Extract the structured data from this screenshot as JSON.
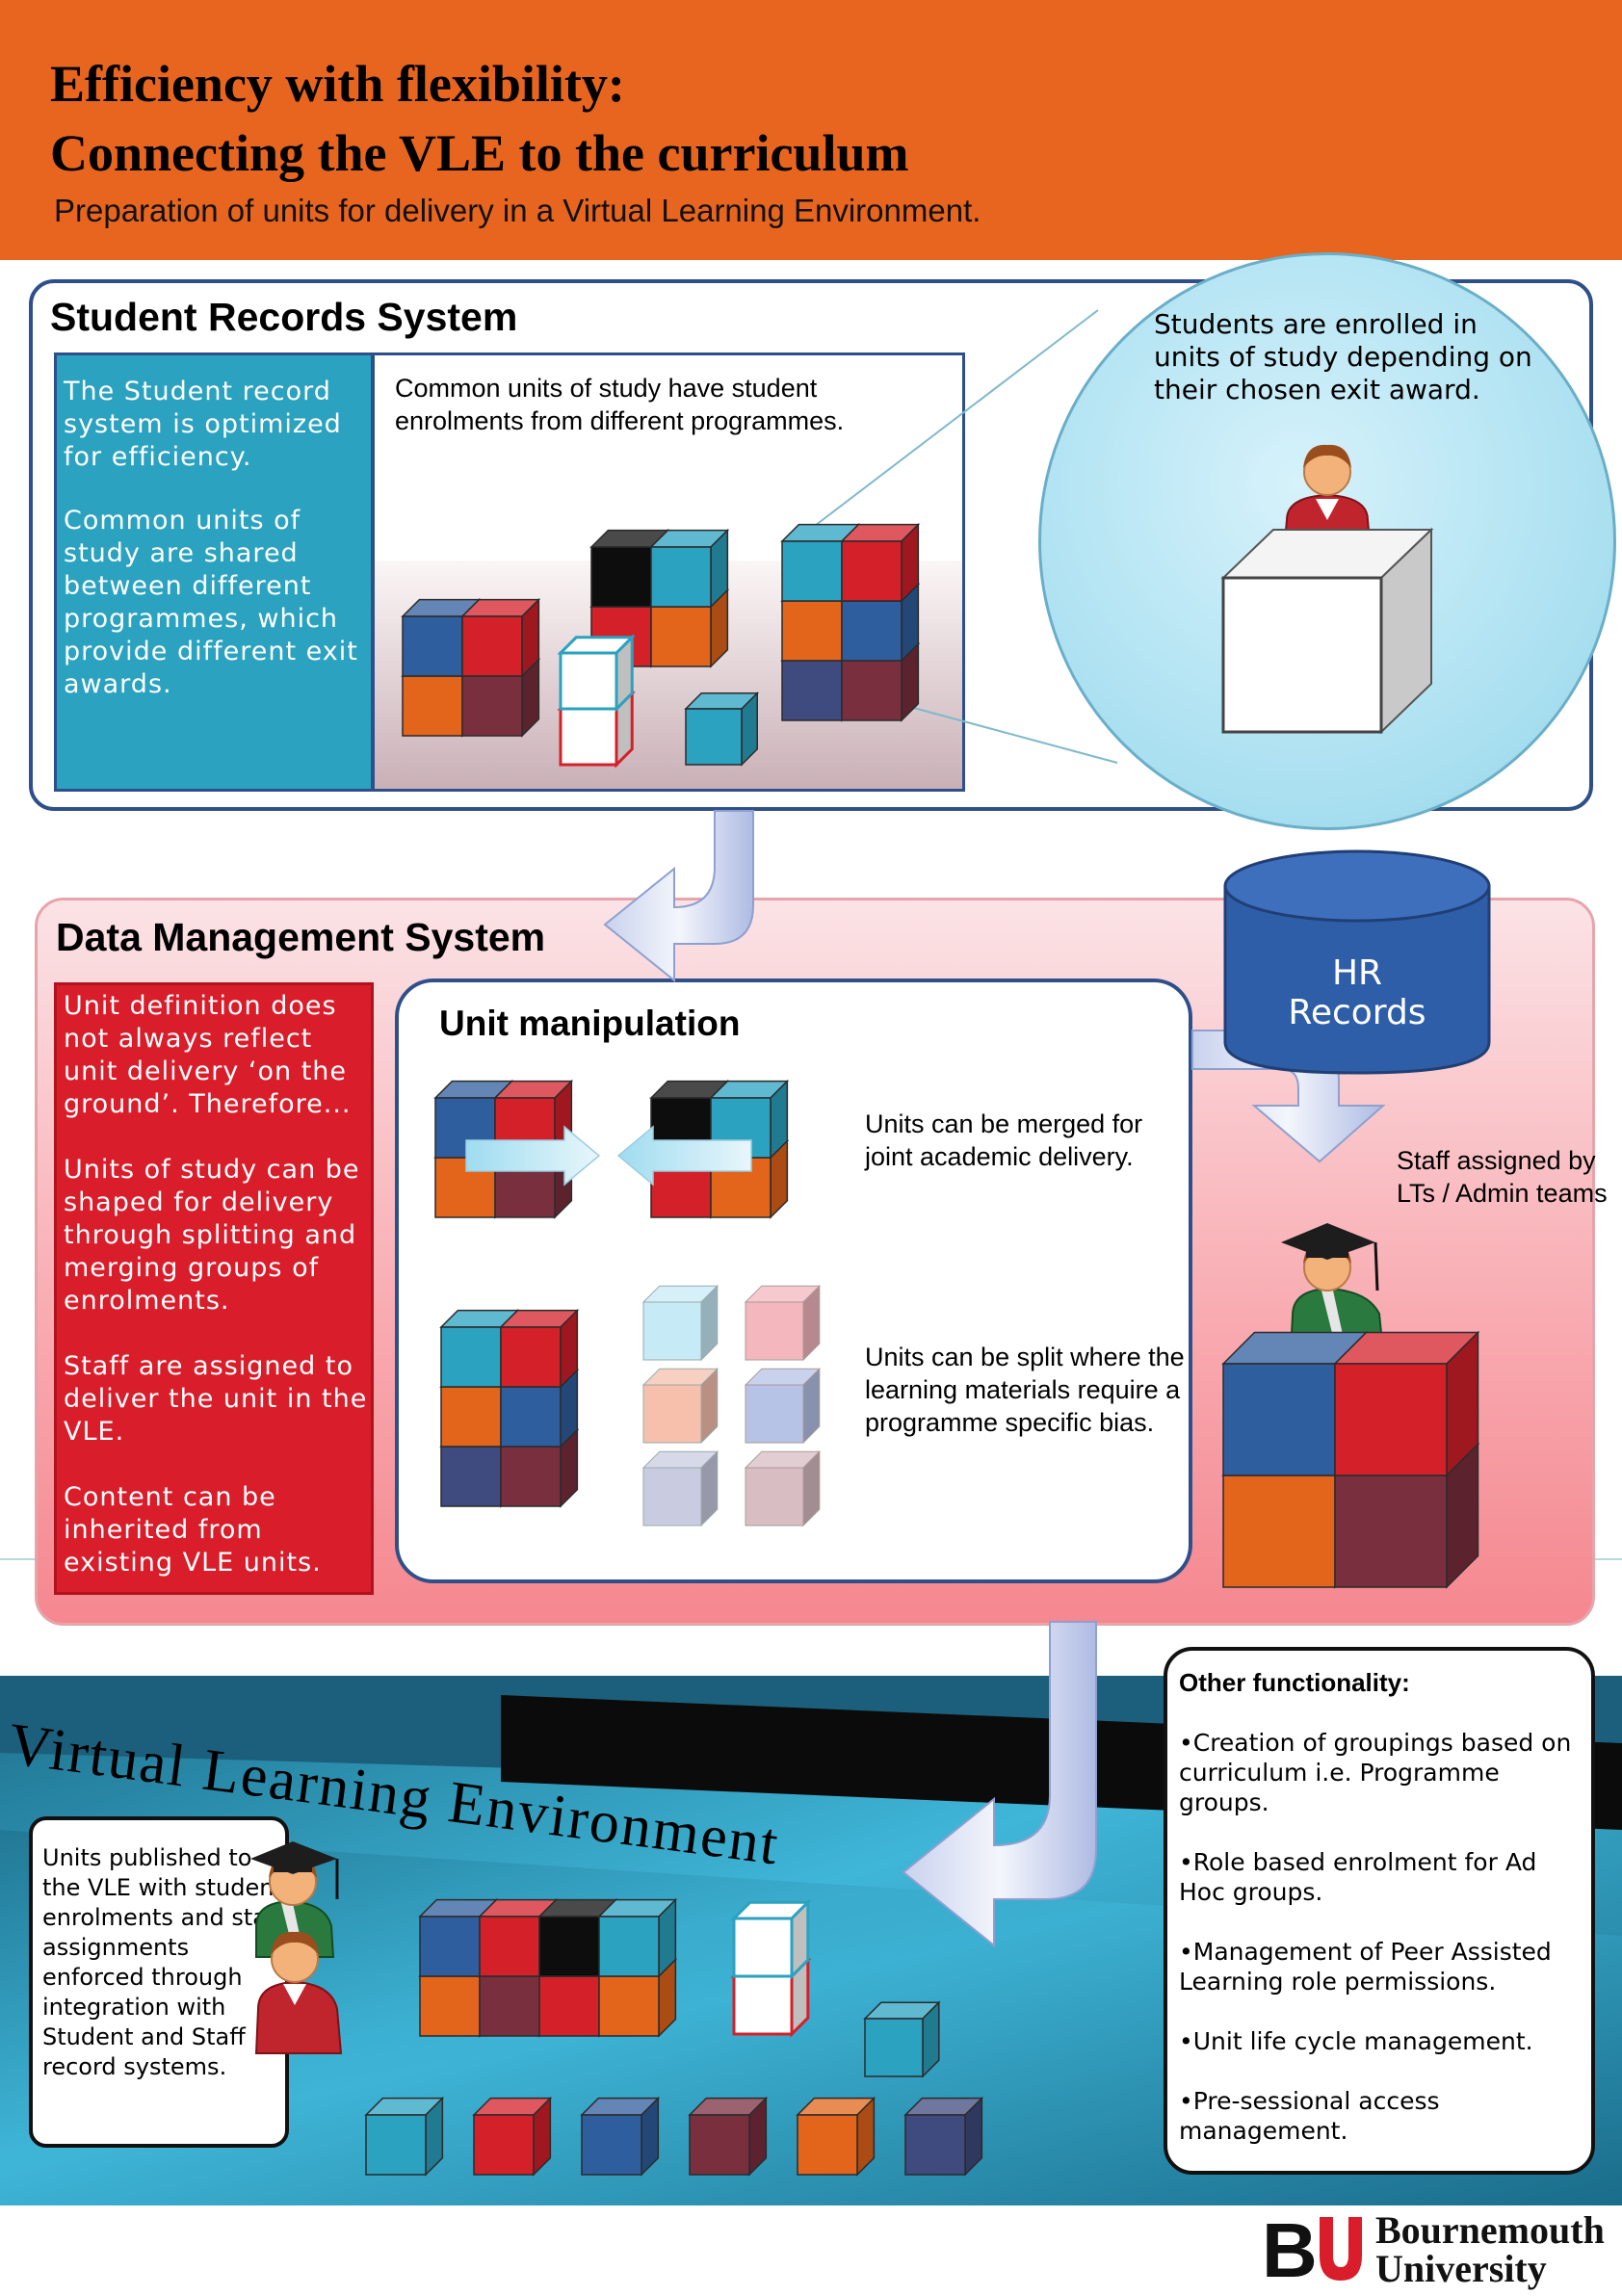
{
  "header": {
    "title_line1": "Efficiency with flexibility:",
    "title_line2": "Connecting the VLE to the curriculum",
    "subtitle": "Preparation of units for delivery in a Virtual Learning Environment."
  },
  "student_records": {
    "title": "Student Records System",
    "side_text_1": "The Student record system is optimized for efficiency.",
    "side_text_2": "Common units of study are shared between different programmes, which provide different exit awards.",
    "common_units_text": "Common units of study have student enrolments from different programmes.",
    "circle_text": "Students are enrolled in units of study depending on their chosen exit award."
  },
  "data_management": {
    "title": "Data Management System",
    "side_text": [
      "Unit definition does not always reflect unit delivery ‘on the ground’. Therefore...",
      "Units of study can be shaped for delivery through splitting and merging groups of enrolments.",
      "Staff are assigned to deliver the unit in the VLE.",
      "Content can be inherited from existing VLE units."
    ],
    "unit_manipulation": {
      "title": "Unit manipulation",
      "merge_text": "Units can be merged for joint academic delivery.",
      "split_text": "Units can be split where the learning materials require a programme specific  bias."
    },
    "hr_label": "HR Records",
    "staff_text": "Staff assigned by LTs / Admin teams"
  },
  "vle": {
    "title": "Virtual Learning Environment",
    "box_text": "Units published to the VLE with student enrolments and staff assignments enforced through integration with Student and Staff record systems.",
    "other_title": "Other functionality:",
    "other_items": [
      "•Creation of groupings based on curriculum i.e. Programme groups.",
      "•Role based enrolment for Ad Hoc groups.",
      "•Management of Peer Assisted Learning role permissions.",
      "•Unit life cycle management.",
      "•Pre-sessional access management."
    ]
  },
  "logo": {
    "mark": "BU",
    "name_line1": "Bournemouth",
    "name_line2": "University"
  },
  "colors": {
    "orange_header": "#e8651f",
    "navy": "#2f4f8a",
    "teal": "#2aa2c0",
    "red": "#d91d2a",
    "pink_panel": "#f8a9af",
    "cube_blue": "#2f5e9e",
    "cube_red": "#d42029",
    "cube_orange": "#e2651b",
    "cube_maroon": "#7a2f3f",
    "cube_teal": "#2aa2c0",
    "cube_navy": "#3f4a7f"
  },
  "icons": [
    "cube-icon",
    "student-icon",
    "graduate-icon",
    "database-icon",
    "curved-arrow-icon"
  ]
}
